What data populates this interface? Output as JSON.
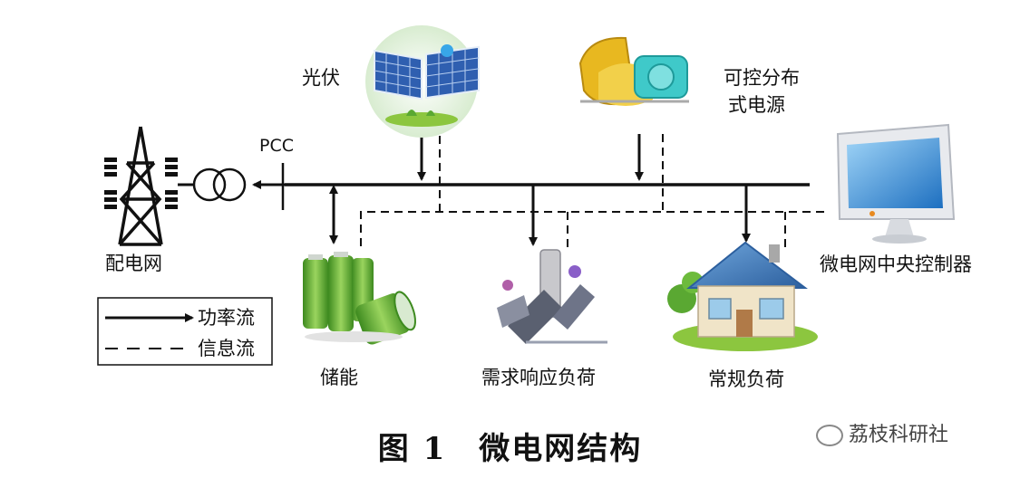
{
  "nodes": {
    "grid": "配电网",
    "pcc": "PCC",
    "pv": "光伏",
    "dg_line1": "可控分布",
    "dg_line2": "式电源",
    "storage": "储能",
    "demand_response_load": "需求响应负荷",
    "conventional_load": "常规负荷",
    "controller": "微电网中央控制器"
  },
  "legend": {
    "power_flow": "功率流",
    "info_flow": "信息流"
  },
  "caption": "图 1　微电网结构",
  "watermark": "荔枝科研社",
  "colors": {
    "line": "#111111",
    "pv_panel": "#2f5fb0",
    "battery": "#5aa832",
    "turbine": "#e8b820",
    "house_roof": "#4a86c8",
    "house_wall": "#f0e4c8",
    "monitor": "#3a8fd8",
    "grass": "#8cc63f"
  }
}
